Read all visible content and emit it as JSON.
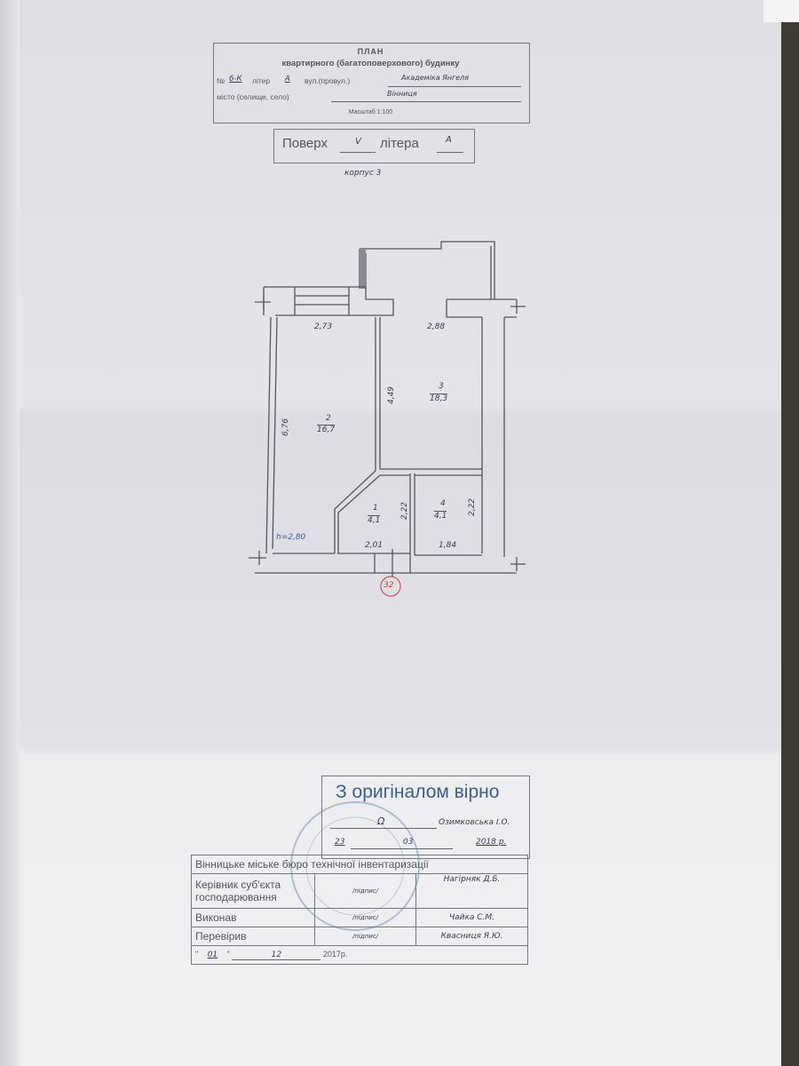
{
  "header": {
    "title": "ПЛАН",
    "subtitle": "квартирного (багатоповерхового) будинку",
    "number_label": "№",
    "number_value": "6-К",
    "liter_label": "літер",
    "liter_value": "А",
    "street_label": "вул.(провул.)",
    "street_value": "Академіка Янгеля",
    "city_label": "місто (селище, село)",
    "city_value": "Вінниця",
    "scale": "Масштаб 1:100"
  },
  "floor_box": {
    "floor_label": "Поверх",
    "floor_value": "V",
    "liter_label": "літера",
    "liter_value": "А"
  },
  "building": "корпус 3",
  "plan": {
    "rooms": [
      {
        "no": "1",
        "area": "4,1"
      },
      {
        "no": "2",
        "area": "16,7"
      },
      {
        "no": "3",
        "area": "18,3"
      },
      {
        "no": "4",
        "area": "4,1"
      }
    ],
    "dimensions": {
      "room2_width": "2,73",
      "room3_width": "2,88",
      "room2_length": "6,76",
      "room3_length": "4,49",
      "room1_depth": "2,22",
      "room4_depth": "2,22",
      "room1_width": "2,01",
      "room4_width": "1,84"
    },
    "ceiling_height": "h=2,80",
    "apartment_no": "32"
  },
  "certification": {
    "title": "З оригіналом вірно",
    "signature": "Озимковська І.О.",
    "day": "23",
    "month": "03",
    "year": "2018 р."
  },
  "signatures": {
    "org": "Вінницьке міське бюро технічної інвентаризації",
    "rows": [
      {
        "role": "Керівник суб'єкта господарювання",
        "sign": "/підпис/",
        "name": "Нагірняк Д.Б."
      },
      {
        "role": "Виконав",
        "sign": "/підпис/",
        "name": "Чайка С.М."
      },
      {
        "role": "Перевірив",
        "sign": "/підпис/",
        "name": "Квасниця Я.Ю."
      }
    ],
    "date_day": "01",
    "date_month": "12",
    "date_year": "2017р."
  }
}
